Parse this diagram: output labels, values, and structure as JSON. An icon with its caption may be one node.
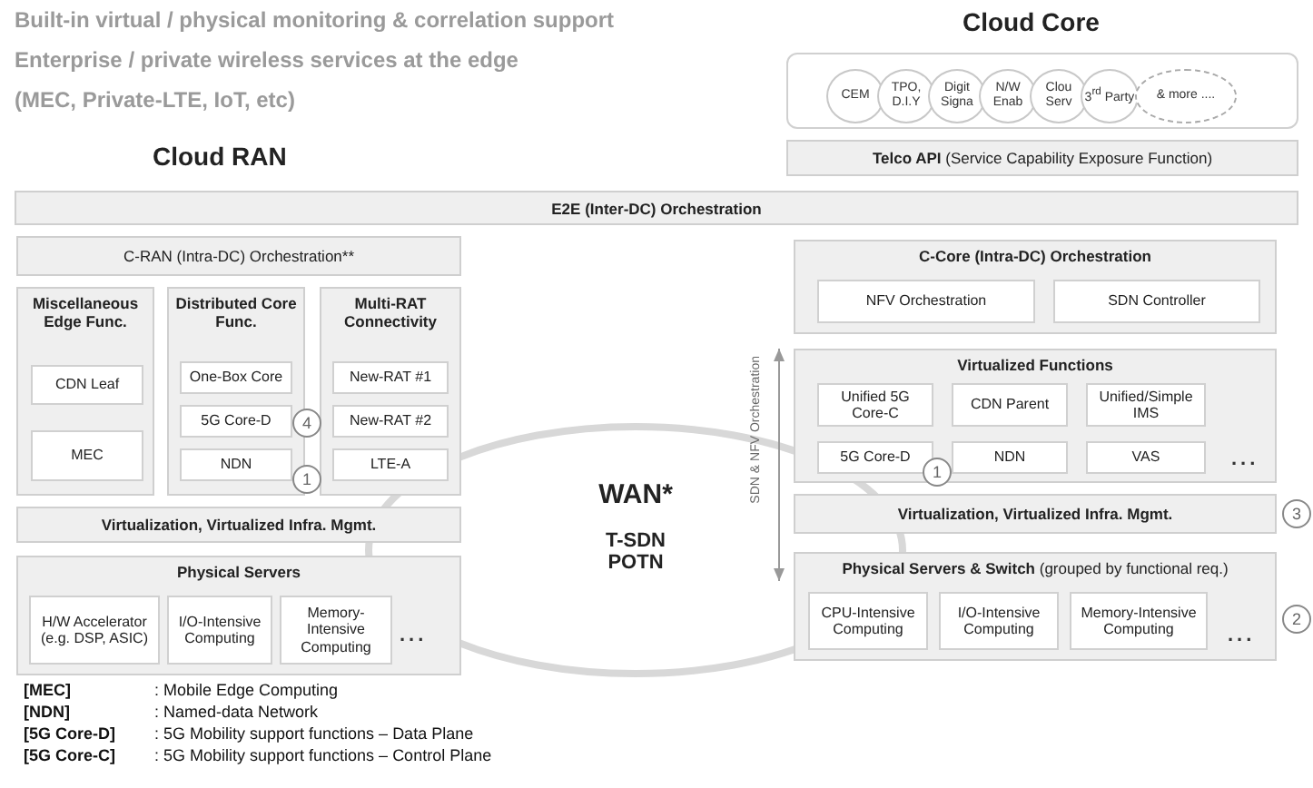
{
  "diagram": {
    "nodes": [
      {
        "text": [
          "Cloud Core"
        ]
      },
      {
        "text": [
          "CEM"
        ],
        "in": 0
      },
      {
        "text": [
          "TPO, D.I.Y"
        ],
        "in": 0
      },
      {
        "text": [
          "Digit Signa"
        ],
        "in": 0
      },
      {
        "text": [
          "N/W Enab"
        ],
        "in": 0
      },
      {
        "text": [
          "Clou Serv"
        ],
        "in": 0
      },
      {
        "text": [
          "3$^{rd}$ Party"
        ],
        "in": 0
      },
      {
        "text": [
          "& more ...."
        ],
        "in": 0
      },
      {
        "text": [
          "**Telco API** (Service Capability Exposure Function)"
        ]
      },
      {
        "text": [
          "E2E (Inter-DC) Orchestration"
        ]
      },
      {
        "text": [
          "C-RAN (Intra-DC) Orchestration**"
        ]
      },
      {
        "text": [
          "Miscellaneous Edge Func."
        ]
      },
      {
        "text": [
          "CDN Leaf"
        ],
        "in": 11
      },
      {
        "text": [
          "MEC"
        ],
        "in": 11
      },
      {
        "text": [
          "Distributed Core Func."
        ]
      },
      {
        "text": [
          "One-Box Core"
        ],
        "in": 14
      },
      {
        "text": [
          "5G Core-D"
        ],
        "in": 14
      },
      {
        "text": [
          "NDN"
        ],
        "in": 14
      },
      {
        "text": [
          "Multi-RAT Connectivity"
        ]
      },
      {
        "text": [
          "New-RAT #1"
        ],
        "in": 18
      },
      {
        "text": [
          "New-RAT #2"
        ],
        "in": 18
      },
      {
        "text": [
          "LTE-A"
        ],
        "in": 18
      },
      {
        "text": [
          "Virtualization, Virtualized Infra. Mgmt."
        ]
      },
      {
        "text": [
          "Physical Servers"
        ]
      },
      {
        "text": [
          "H/W Accelerator (e.g. DSP, ASIC)"
        ],
        "in": 23
      },
      {
        "text": [
          "I/O-Intensive Computing"
        ],
        "in": 23
      },
      {
        "text": [
          "Memory-Intensive Computing"
        ],
        "in": 23
      },
      {
        "text": [
          "C-Core (Intra-DC) Orchestration"
        ]
      },
      {
        "text": [
          "NFV Orchestration"
        ],
        "in": 27
      },
      {
        "text": [
          "SDN Controller"
        ],
        "in": 27
      },
      {
        "text": [
          "Virtualized Functions"
        ]
      },
      {
        "text": [
          "Unified 5G Core-C"
        ],
        "in": 30
      },
      {
        "text": [
          "CDN Parent"
        ],
        "in": 30
      },
      {
        "text": [
          "Unified/Simple IMS"
        ],
        "in": 30
      },
      {
        "text": [
          "5G Core-D"
        ],
        "in": 30
      },
      {
        "text": [
          "NDN"
        ],
        "in": 30
      },
      {
        "text": [
          "VAS"
        ],
        "in": 30
      },
      {
        "text": [
          "Virtualization, Virtualized Infra. Mgmt."
        ]
      },
      {
        "text": [
          "**Physical Servers & Switch** (grouped by functional req.)"
        ]
      },
      {
        "text": [
          "CPU-Intensive Computing"
        ],
        "in": 38
      },
      {
        "text": [
          "I/O-Intensive Computing"
        ],
        "in": 38
      },
      {
        "text": [
          "Memory-Intensive Computing"
        ],
        "in": 38
      },
      {
        "text": [
          "WAN*",
          "T-SDN POTN"
        ]
      },
      {
        "text": [
          "4"
        ]
      },
      {
        "text": [
          "1"
        ]
      },
      {
        "text": [
          "1"
        ]
      },
      {
        "text": [
          "3"
        ]
      },
      {
        "text": [
          "2"
        ]
      }
    ],
    "edges": [
      {
        "from": 30,
        "to": 38,
        "arrow": "both",
        "label": "SDN & NFV Orchestration"
      }
    ],
    "labels": [
      "Built-in virtual / physical monitoring & correlation support",
      "Enterprise / private wireless services at the edge",
      "(MEC, Private-LTE, IoT, etc)",
      "Cloud RAN",
      "...",
      "...",
      "...",
      "[MEC]",
      ": Mobile Edge Computing",
      "[NDN]",
      ": Named-data Network",
      "[5G Core-D]",
      ": 5G Mobility support functions – Data Plane",
      "[5G Core-C]",
      ": 5G Mobility support functions – Control Plane"
    ]
  }
}
